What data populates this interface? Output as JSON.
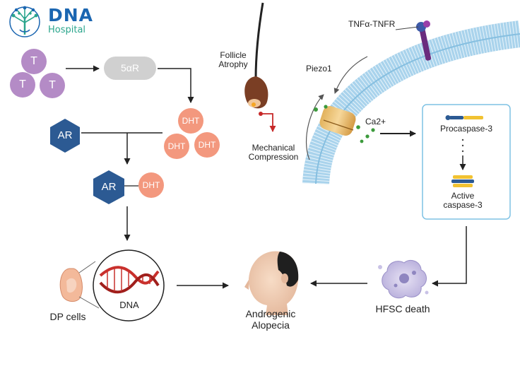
{
  "brand": {
    "name": "DNA",
    "subtitle": "Hospital",
    "colors": {
      "primary": "#1b66b1",
      "secondary": "#2aa58c"
    }
  },
  "testosterone": {
    "label": "T"
  },
  "enzyme": {
    "label": "5αR"
  },
  "dht": {
    "label": "DHT"
  },
  "receptor": {
    "label": "AR"
  },
  "dna_label": "DNA",
  "dp_cells_label": "DP cells",
  "follicle": {
    "atrophy_label": [
      "Follicle",
      "Atrophy"
    ],
    "compression_label": [
      "Mechanical",
      "Compression"
    ]
  },
  "membrane": {
    "receptor_label": "TNFα-TNFR",
    "channel_label": "Piezo1",
    "ion_label": "Ca2+"
  },
  "caspase": {
    "pro_label": "Procaspase-3",
    "active_label": [
      "Active",
      "caspase-3"
    ]
  },
  "hfsc_label": "HFSC death",
  "outcome_label": [
    "Androgenic",
    "Alopecia"
  ],
  "colors": {
    "testosterone": "#b48bc6",
    "enzyme": "#d0d0d0",
    "dht": "#f3987e",
    "receptor": "#2c5a93",
    "membrane": "#a9d3ec",
    "compression_arrow": "#c62828",
    "ions": "#3c9a3c",
    "caspase_box_border": "#7ec2e4"
  }
}
